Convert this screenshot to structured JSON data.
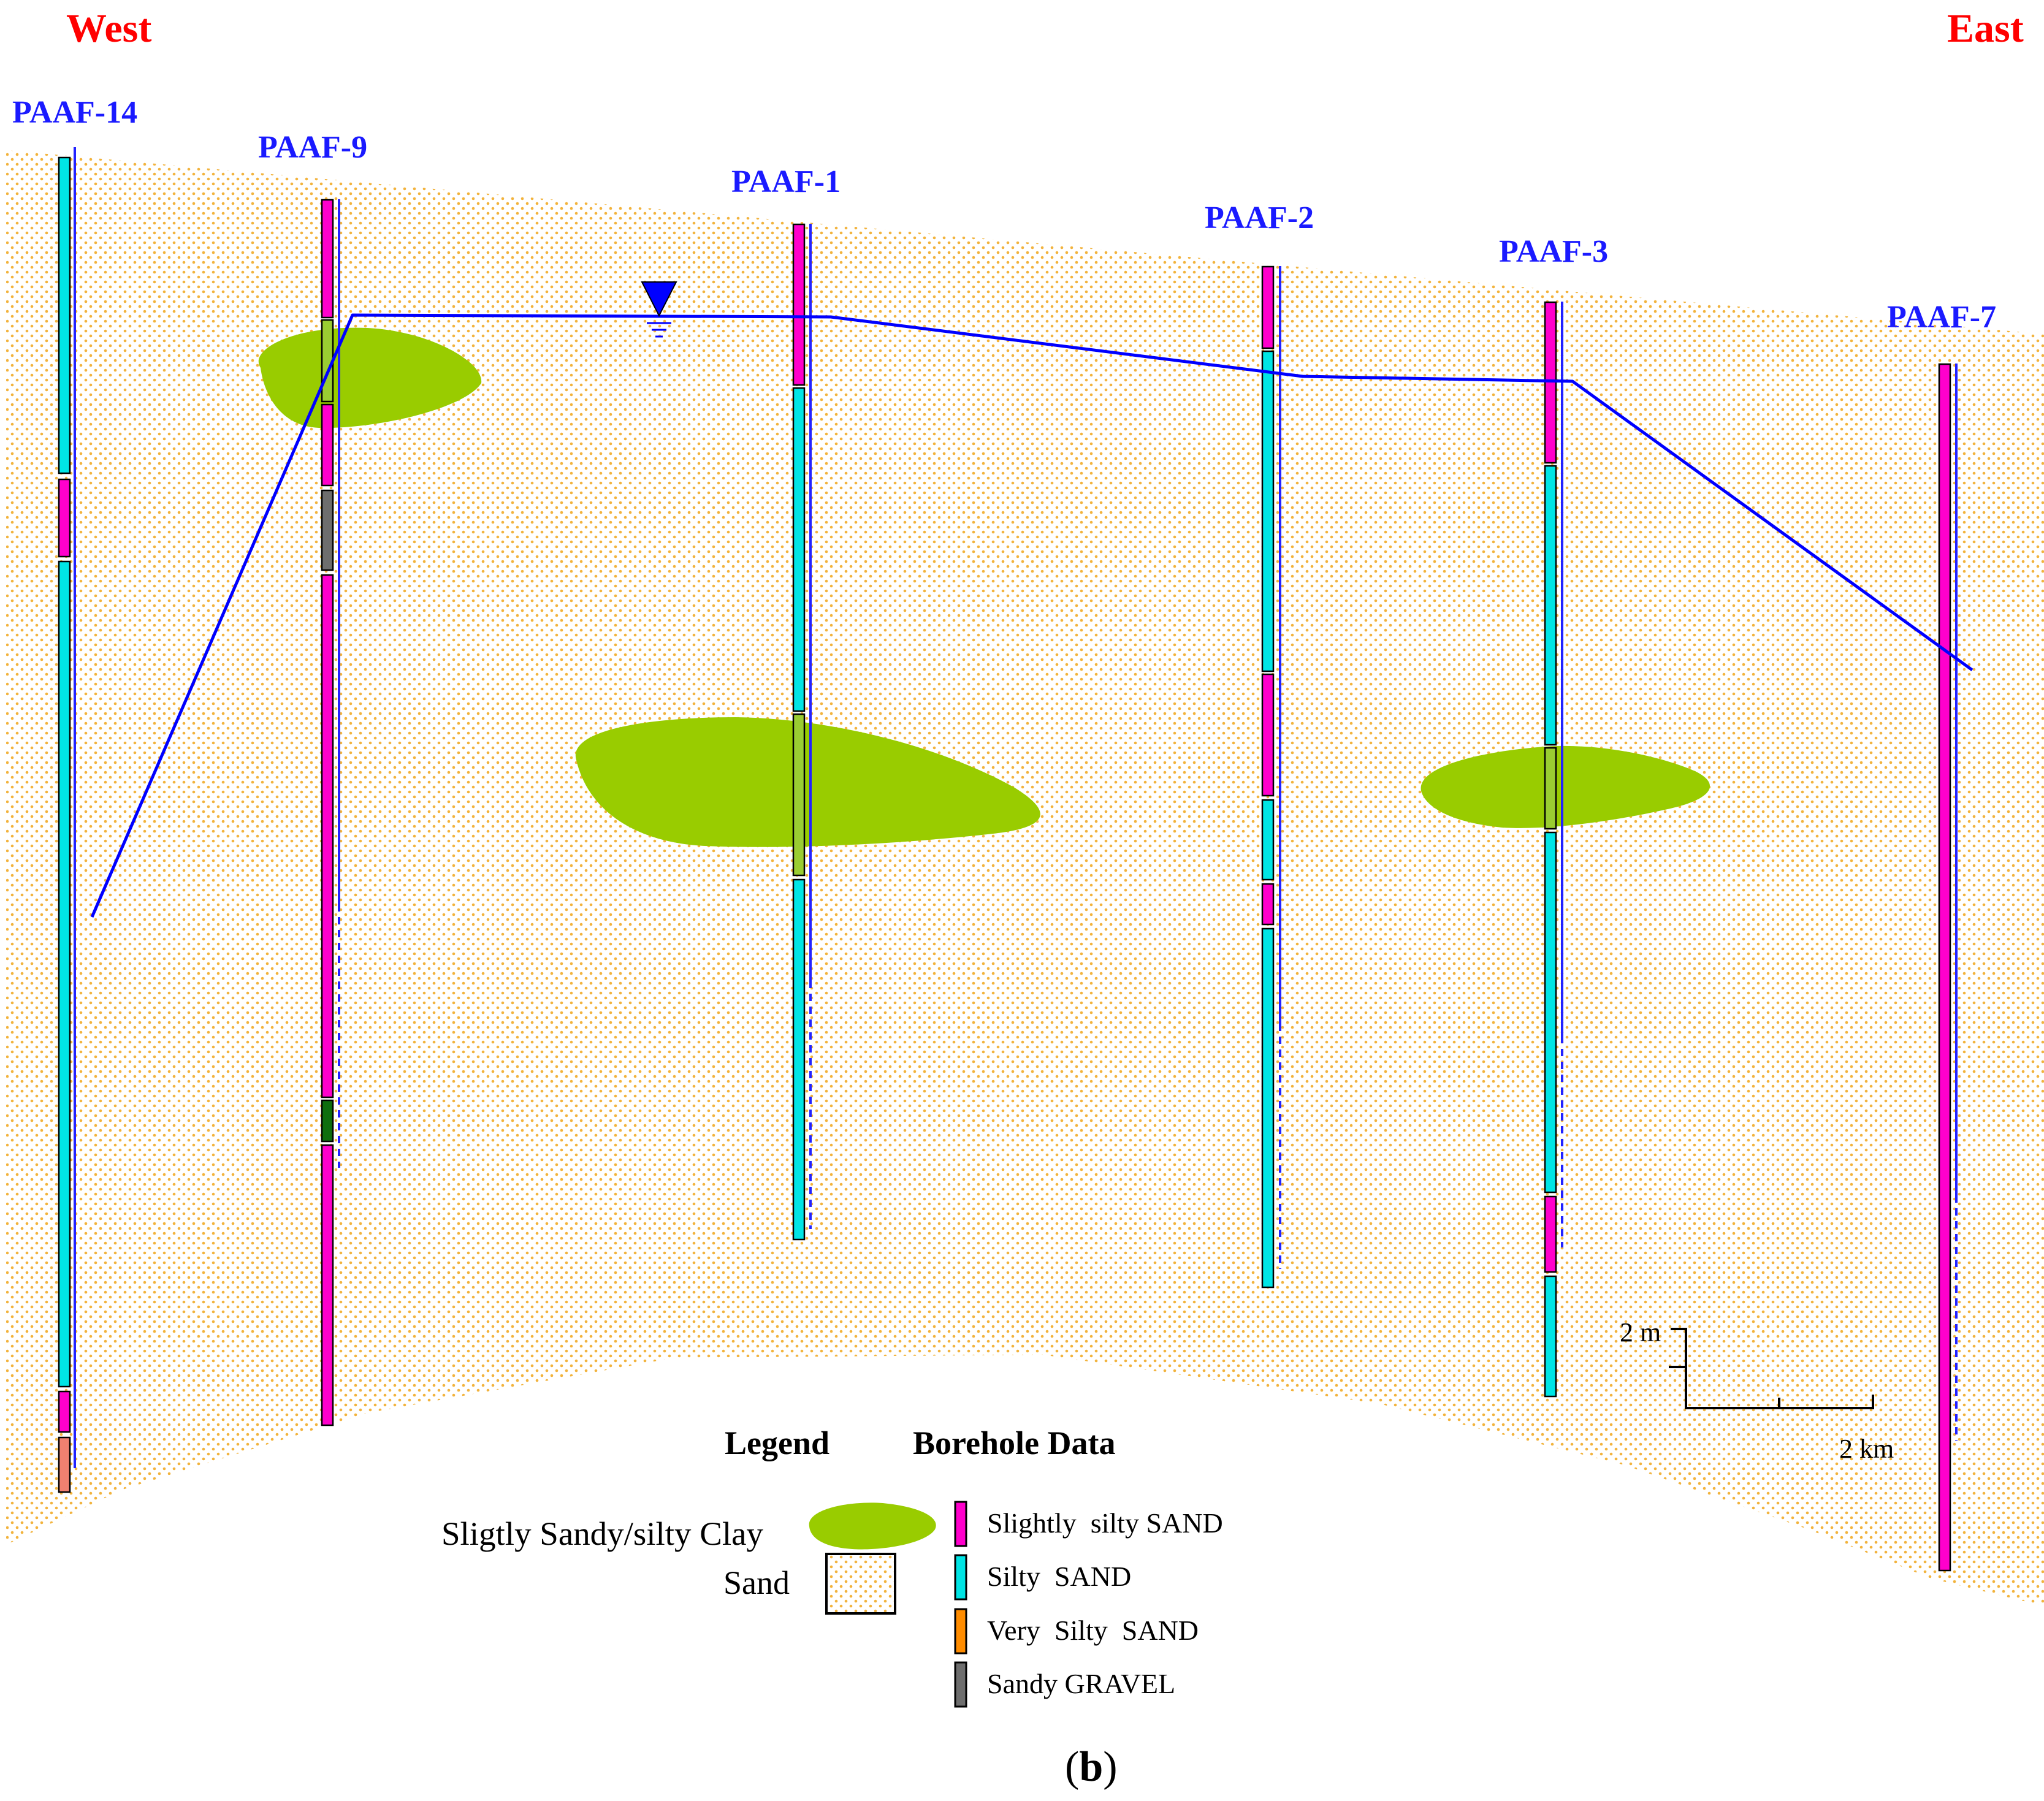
{
  "directions": {
    "west": "West",
    "east": "East"
  },
  "colors": {
    "direction_label": "#ff0000",
    "borehole_label": "#1a1aff",
    "water_line": "#0000ff",
    "clay_lens": "#99cc00",
    "sand_dots": "#f2b33d",
    "slightly_silty_sand": "#ff00cc",
    "silty_sand": "#00e5e5",
    "very_silty_sand": "#ff8c00",
    "sandy_gravel": "#6e6e6e",
    "dark_clay": "#0e6e0e",
    "clay_layer": "#9acd32",
    "salmon_layer": "#f08070",
    "screen_line": "#2222ff"
  },
  "boreholes": [
    {
      "name": "PAAF-14"
    },
    {
      "name": "PAAF-9"
    },
    {
      "name": "PAAF-1"
    },
    {
      "name": "PAAF-2"
    },
    {
      "name": "PAAF-3"
    },
    {
      "name": "PAAF-7"
    }
  ],
  "water_table_icon": "water-table-triangle-icon",
  "scale": {
    "vertical": "2 m",
    "horizontal": "2 km"
  },
  "legend": {
    "title": "Legend",
    "borehole_title": "Borehole Data",
    "clay": "Sligtly Sandy/silty Clay",
    "sand": "Sand",
    "items": [
      {
        "label": "Slightly  silty SAND",
        "color": "#ff00cc"
      },
      {
        "label": "Silty  SAND",
        "color": "#00e5e5"
      },
      {
        "label": "Very  Silty  SAND",
        "color": "#ff8c00"
      },
      {
        "label": "Sandy GRAVEL",
        "color": "#6e6e6e"
      }
    ]
  },
  "caption": {
    "open": "(",
    "letter": "b",
    "close": ")"
  }
}
